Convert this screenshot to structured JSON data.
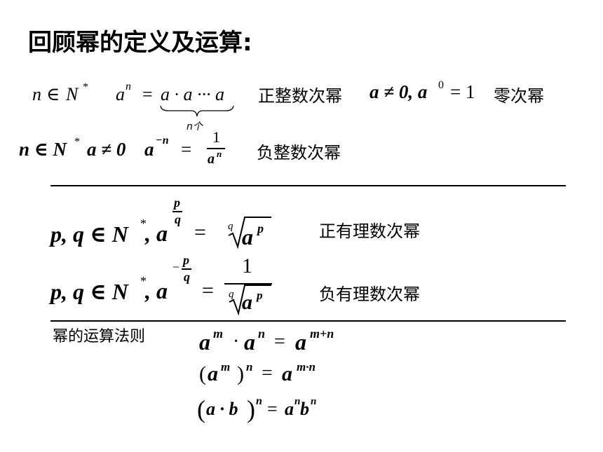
{
  "title": "回顾幂的定义及运算:",
  "row1": {
    "cond_n": "n",
    "cond_in": "∈",
    "cond_N": "N",
    "cond_star": "*",
    "a": "a",
    "exp_n": "n",
    "eq": "=",
    "product": "a · a ··· a",
    "under": "n个",
    "label": "正整数次幂",
    "zero_expr": "a ≠ 0, a",
    "zero_exp": "0",
    "zero_eq": "= 1",
    "zero_label": "零次幂"
  },
  "row2": {
    "cond": "n ∈ N",
    "cond_star": "*",
    "cond2": "a ≠ 0",
    "a": "a",
    "exp": "−n",
    "eq": "=",
    "num": "1",
    "den_a": "a",
    "den_n": "n",
    "label": "负整数次幂"
  },
  "row3": {
    "cond": "p, q ∈ N",
    "cond_star": "*",
    "comma": ", a",
    "exp_num": "p",
    "exp_den": "q",
    "eq": "=",
    "root_index": "q",
    "radicand": "a",
    "radicand_exp": "p",
    "label": "正有理数次幂"
  },
  "row4": {
    "cond": "p, q ∈ N",
    "cond_star": "*",
    "comma": ", a",
    "exp_minus": "−",
    "exp_num": "p",
    "exp_den": "q",
    "eq": "=",
    "num": "1",
    "root_index": "q",
    "radicand": "a",
    "radicand_exp": "p",
    "label": "负有理数次幂"
  },
  "rules": {
    "heading": "幂的运算法则",
    "r1_lhs_a1": "a",
    "r1_lhs_m": "m",
    "r1_dot": "·",
    "r1_lhs_a2": "a",
    "r1_lhs_n": "n",
    "r1_eq": "=",
    "r1_rhs_a": "a",
    "r1_rhs_exp": "m+n",
    "r2_open": "(",
    "r2_a": "a",
    "r2_m": "m",
    "r2_close": ")",
    "r2_n": "n",
    "r2_eq": "=",
    "r2_rhs_a": "a",
    "r2_rhs_exp": "m·n",
    "r3_open": "(",
    "r3_ab": "a · b",
    "r3_close": ")",
    "r3_n": "n",
    "r3_eq": "=",
    "r3_a": "a",
    "r3_an": "n",
    "r3_b": "b",
    "r3_bn": "n"
  }
}
